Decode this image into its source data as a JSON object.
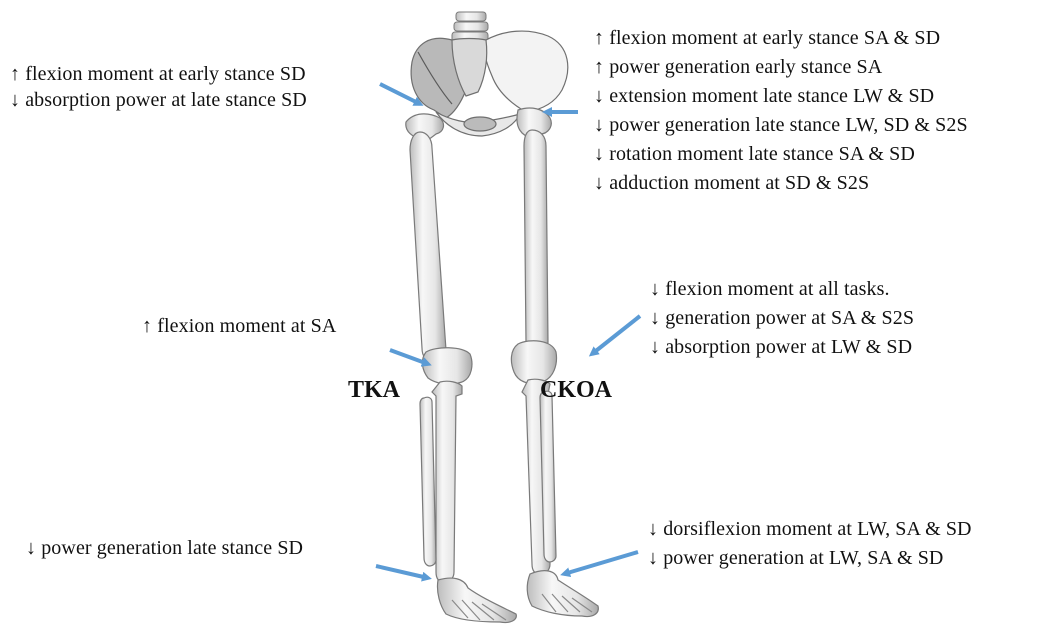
{
  "colors": {
    "arrow": "#5b9bd5",
    "bone_fill": "#f2f2f2",
    "bone_stroke": "#8a8a8a",
    "bone_shade": "#d4d4d4"
  },
  "legs": {
    "left_label": "TKA",
    "right_label": "CKOA"
  },
  "annotations": {
    "hip_left": [
      "↑ flexion moment at early stance SD",
      "↓ absorption power at late stance SD"
    ],
    "hip_right": [
      "↑ flexion moment at early stance SA & SD",
      "↑ power generation early stance SA",
      "↓ extension moment late stance LW & SD",
      "↓ power generation late stance LW, SD & S2S",
      "↓ rotation moment late stance SA & SD",
      "↓ adduction moment at SD & S2S"
    ],
    "knee_left": [
      "↑ flexion moment at SA"
    ],
    "knee_right": [
      "↓ flexion moment at all tasks.",
      "↓ generation power at SA & S2S",
      "↓ absorption power at LW & SD"
    ],
    "ankle_left": [
      "↓ power generation late stance SD"
    ],
    "ankle_right": [
      "↓ dorsiflexion moment at LW, SA & SD",
      "↓ power generation at LW, SA & SD"
    ]
  }
}
